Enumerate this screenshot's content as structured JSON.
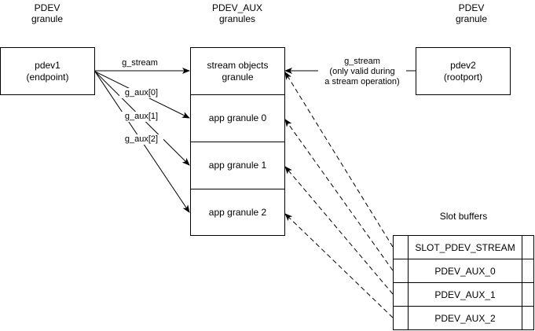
{
  "headers": {
    "pdev_left_line1": "PDEV",
    "pdev_left_line2": "granule",
    "aux_line1": "PDEV_AUX",
    "aux_line2": "granules",
    "pdev_right_line1": "PDEV",
    "pdev_right_line2": "granule"
  },
  "pdev1": {
    "line1": "pdev1",
    "line2": "(endpoint)"
  },
  "pdev2": {
    "line1": "pdev2",
    "line2": "(rootport)"
  },
  "aux_granules": {
    "stream_line1": "stream objects",
    "stream_line2": "granule",
    "app0": "app granule 0",
    "app1": "app granule 1",
    "app2": "app granule 2"
  },
  "edges": {
    "g_stream_left": "g_stream",
    "g_aux0": "g_aux[0]",
    "g_aux1": "g_aux[1]",
    "g_aux2": "g_aux[2]",
    "g_stream_right_line1": "g_stream",
    "g_stream_right_line2": "(only valid during",
    "g_stream_right_line3": "a stream operation)"
  },
  "slot_buffers": {
    "title": "Slot buffers",
    "rows": [
      "SLOT_PDEV_STREAM",
      "PDEV_AUX_0",
      "PDEV_AUX_1",
      "PDEV_AUX_2"
    ]
  }
}
